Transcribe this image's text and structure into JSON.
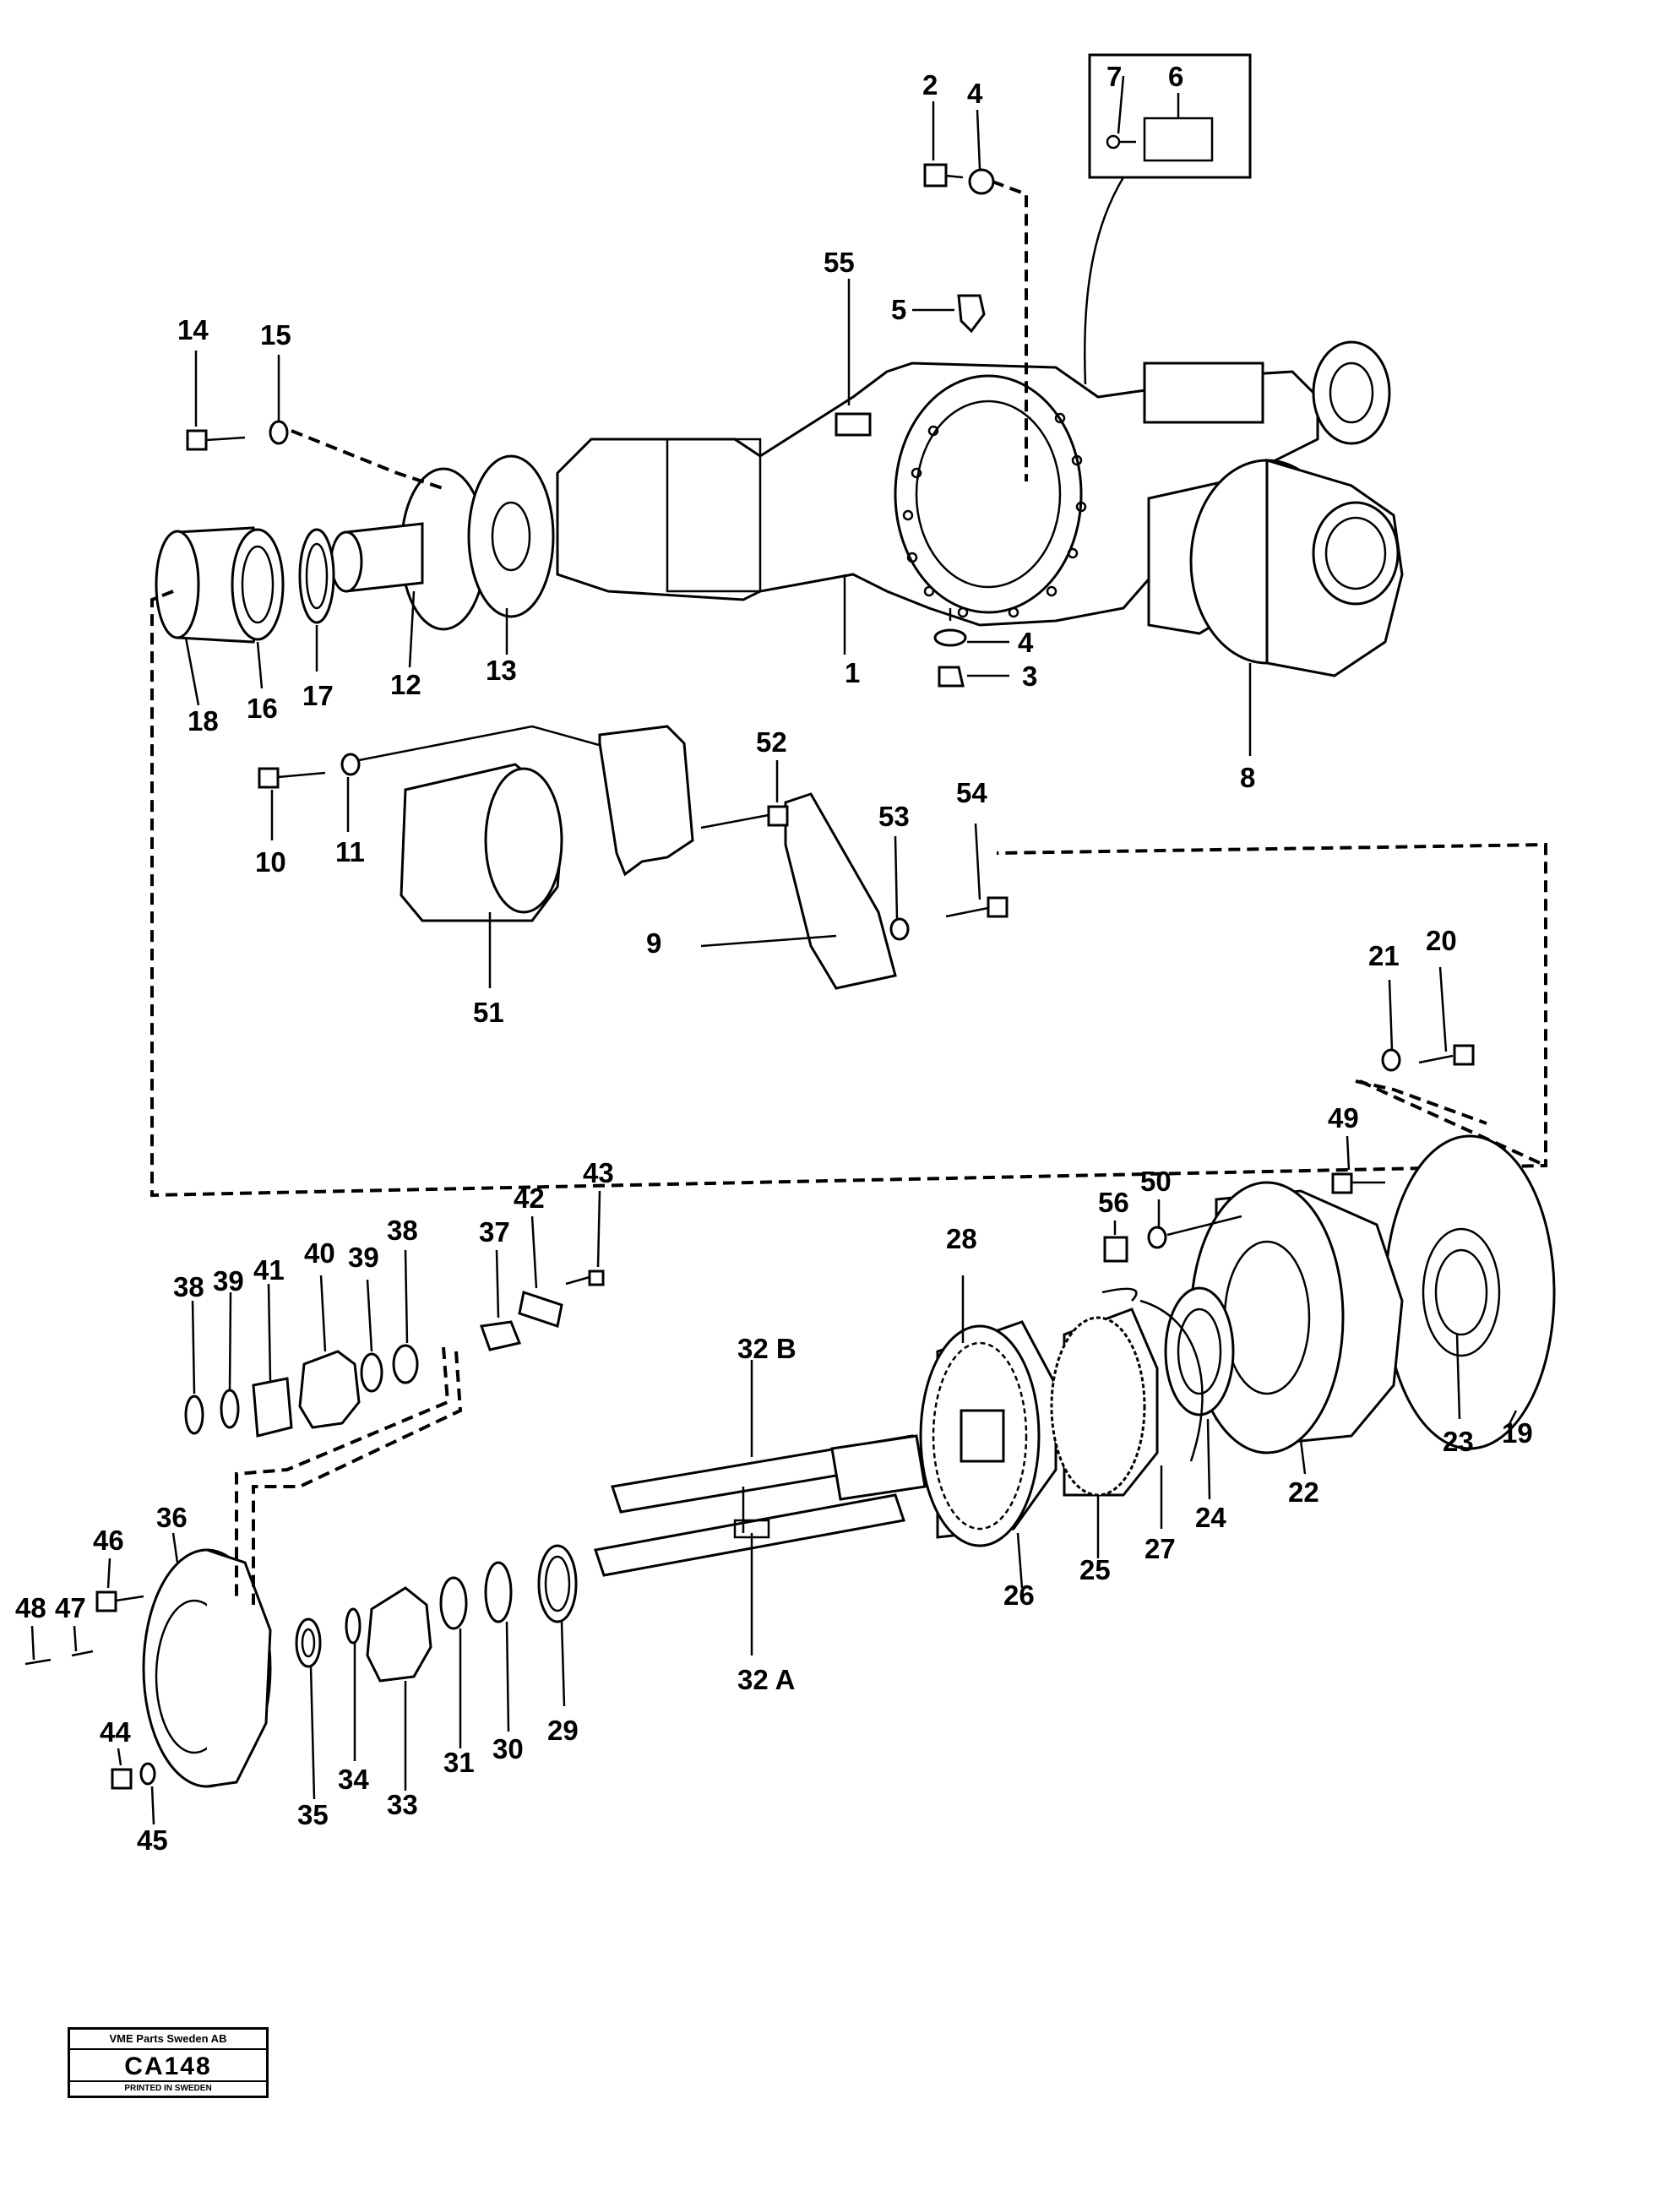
{
  "title_block": {
    "company": "VME Parts Sweden AB",
    "code": "CA148",
    "printed": "PRINTED IN SWEDEN"
  },
  "callouts": {
    "p1": "1",
    "p2": "2",
    "p3": "3",
    "p4a": "4",
    "p4b": "4",
    "p5": "5",
    "p6": "6",
    "p7": "7",
    "p8": "8",
    "p9": "9",
    "p10": "10",
    "p11": "11",
    "p12": "12",
    "p13": "13",
    "p14": "14",
    "p15": "15",
    "p16": "16",
    "p17": "17",
    "p18": "18",
    "p19": "19",
    "p20": "20",
    "p21": "21",
    "p22": "22",
    "p23": "23",
    "p24": "24",
    "p25": "25",
    "p26": "26",
    "p27": "27",
    "p28": "28",
    "p29": "29",
    "p30": "30",
    "p31": "31",
    "p32a": "32 A",
    "p32b": "32 B",
    "p33": "33",
    "p34": "34",
    "p35": "35",
    "p36": "36",
    "p37": "37",
    "p38a": "38",
    "p38b": "38",
    "p39a": "39",
    "p39b": "39",
    "p40": "40",
    "p41": "41",
    "p42": "42",
    "p43": "43",
    "p44": "44",
    "p45": "45",
    "p46": "46",
    "p47": "47",
    "p48": "48",
    "p49": "49",
    "p50": "50",
    "p51": "51",
    "p52": "52",
    "p53": "53",
    "p54": "54",
    "p55": "55",
    "p56": "56"
  }
}
